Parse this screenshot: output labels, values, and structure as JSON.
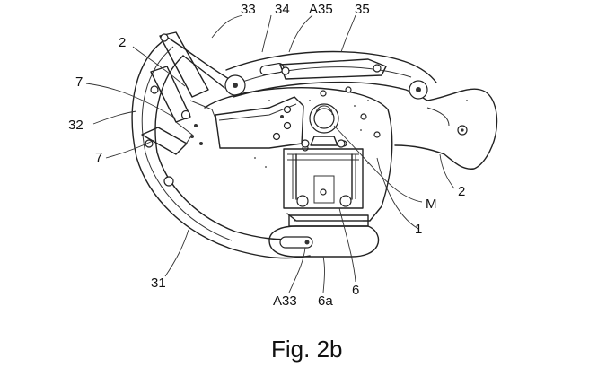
{
  "figure": {
    "caption": "Fig. 2b",
    "labels": {
      "l33": "33",
      "l34": "34",
      "lA35": "A35",
      "l35": "35",
      "l2_top": "2",
      "l7_top": "7",
      "l32": "32",
      "l7_bottom": "7",
      "lM": "M",
      "l2_right": "2",
      "l1": "1",
      "l31": "31",
      "lA33": "A33",
      "l6a": "6a",
      "l6": "6"
    }
  }
}
